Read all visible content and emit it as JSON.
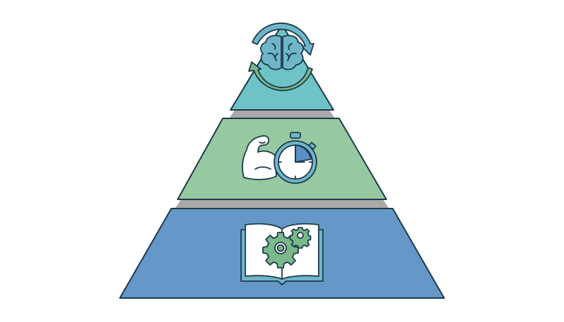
{
  "diagram": {
    "type": "pyramid",
    "tiers": [
      {
        "position": "top",
        "icon": "brain-with-cycle-arrows-icon",
        "color": "#6fc3c6"
      },
      {
        "position": "middle",
        "icon": "flexed-arm-and-stopwatch-icon",
        "color": "#97c9a0"
      },
      {
        "position": "bottom",
        "icon": "open-book-with-gears-icon",
        "color": "#6597c9"
      }
    ],
    "colors": {
      "outline": "#1d3a4c",
      "separator": "#a9a9a9",
      "icon_teal": "#6fb6c9",
      "icon_green": "#7ab98a",
      "icon_blue": "#5b8ec4",
      "background": "#ffffff"
    }
  }
}
